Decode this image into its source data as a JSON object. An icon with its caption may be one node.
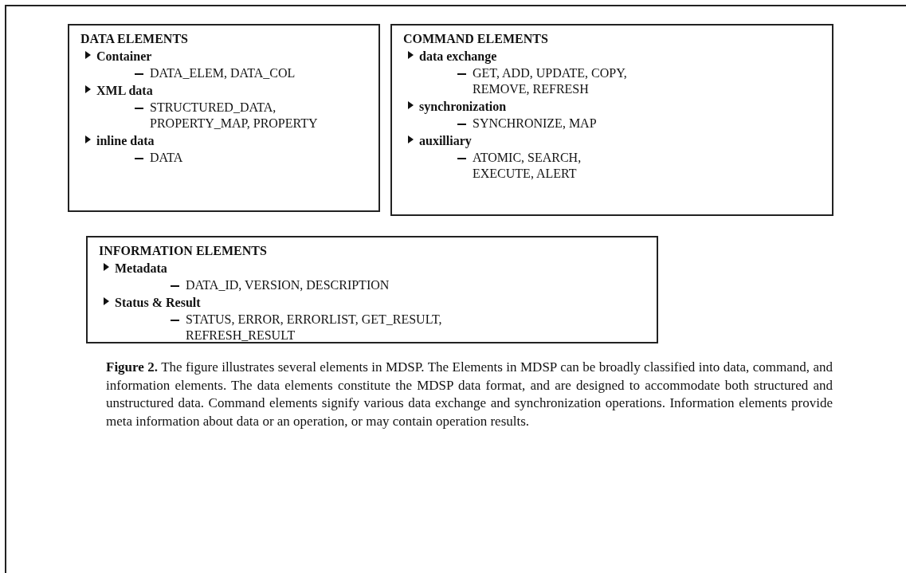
{
  "diagram": {
    "caption": "**Figure 2.** The figure illustrates several elements in MDSP. The Elements in MDSP can be broadly classified into data, command, and information elements. The data elements constitute the MDSP data format, and are designed to accommodate both structured and unstructured data. Command elements signify various data exchange and synchronization operations. Information elements provide meta information about data or an operation, or may contain operation results.",
    "nodes": [
      {
        "text": [
          "DATA ELEMENTS",
          "Container",
          "DATA_ELEM, DATA_COL",
          "XML data",
          "STRUCTURED_DATA, PROPERTY_MAP, PROPERTY",
          "inline data",
          "DATA"
        ]
      },
      {
        "text": [
          "COMMAND ELEMENTS",
          "data exchange",
          "GET, ADD, UPDATE, COPY, REMOVE, REFRESH",
          "synchronization",
          "SYNCHRONIZE, MAP",
          "auxilliary",
          "ATOMIC, SEARCH, EXECUTE, ALERT"
        ]
      },
      {
        "text": [
          "INFORMATION ELEMENTS",
          "Metadata",
          "DATA_ID, VERSION, DESCRIPTION",
          "Status & Result",
          "STATUS, ERROR, ERRORLIST, GET_RESULT,  REFRESH_RESULT"
        ]
      }
    ]
  }
}
